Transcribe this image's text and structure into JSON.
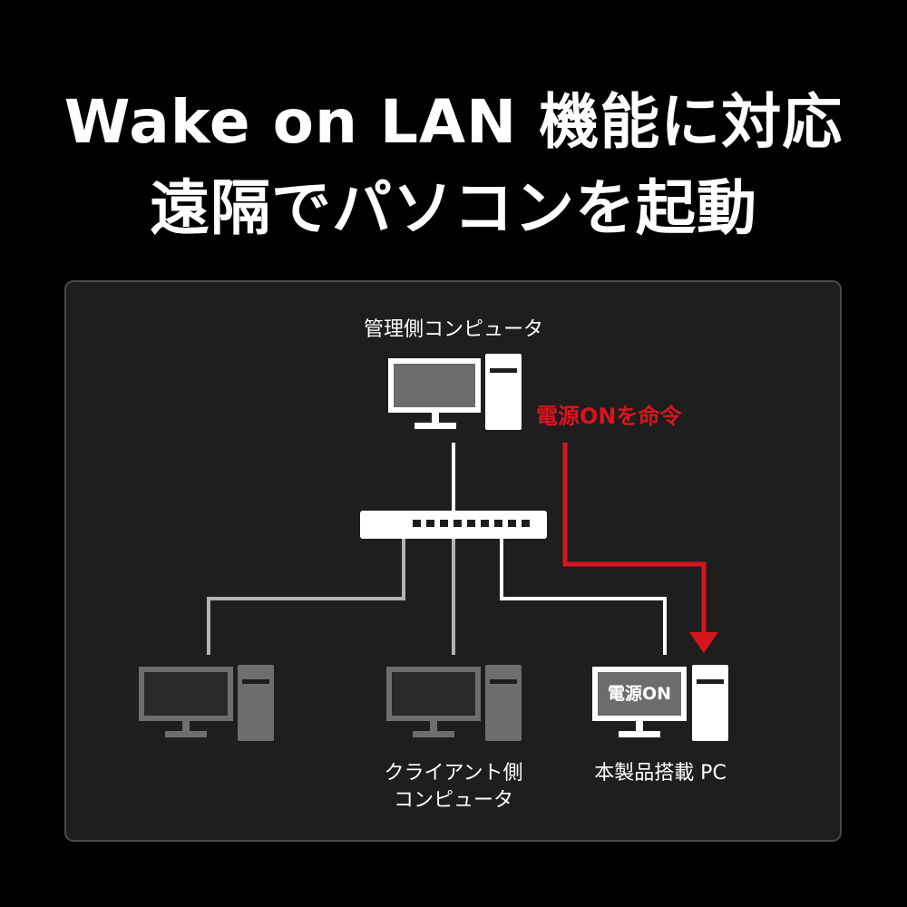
{
  "title": {
    "line1": "Wake on LAN 機能に対応",
    "line2": "遠隔でパソコンを起動"
  },
  "diagram": {
    "admin_label": "管理側コンピュータ",
    "command_label": "電源ONを命令",
    "client_label_line1": "クライアント側",
    "client_label_line2": "コンピュータ",
    "target_label": "本製品搭載 PC",
    "target_screen_text": "電源ON"
  },
  "colors": {
    "background": "#000000",
    "panel": "#1e1e1e",
    "accent_red": "#d7151f",
    "active_white": "#ffffff",
    "inactive_gray": "#6e6e6e"
  },
  "icons": {
    "admin": "desktop-computer-icon",
    "hub": "network-switch-icon",
    "clients": "desktop-computer-icon-inactive",
    "target": "desktop-computer-icon-powered-on"
  }
}
